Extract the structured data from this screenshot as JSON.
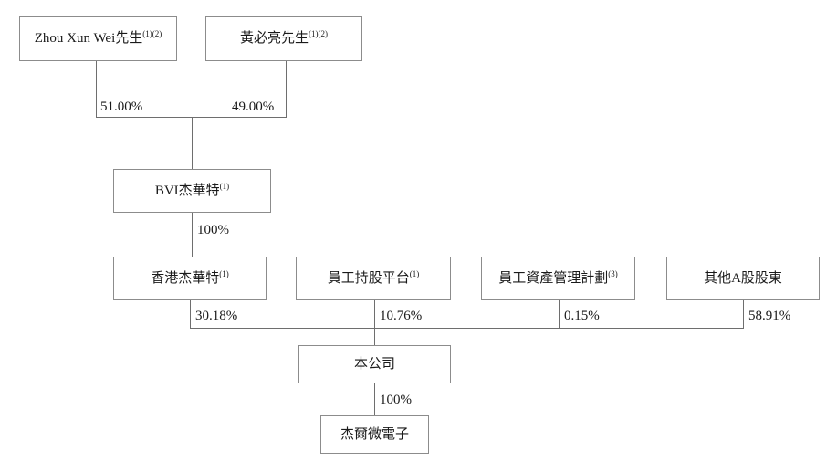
{
  "diagram": {
    "type": "shareholding-structure-chart",
    "nodes": {
      "zhou_xun_wei": {
        "name": "Zhou Xun Wei先生",
        "note": "(1)(2)"
      },
      "huang_bi_liang": {
        "name": "黃必亮先生",
        "note": "(1)(2)"
      },
      "bvi_jhwt": {
        "name": "BVI杰華特",
        "note": "(1)"
      },
      "hk_jhwt": {
        "name": "香港杰華特",
        "note": "(1)"
      },
      "employee_holding_platform": {
        "name": "員工持股平台",
        "note": "(1)"
      },
      "employee_asset_plan": {
        "name": "員工資產管理計劃",
        "note": "(3)"
      },
      "other_a_shareholders": {
        "name": "其他A股股東",
        "note": ""
      },
      "our_company": {
        "name": "本公司",
        "note": ""
      },
      "jieer_micro": {
        "name": "杰爾微電子",
        "note": ""
      }
    },
    "edges": {
      "zhou_to_bvi": "51.00%",
      "huang_to_bvi": "49.00%",
      "bvi_to_hk": "100%",
      "hk_to_company": "30.18%",
      "platform_to_company": "10.76%",
      "asset_plan_to_company": "0.15%",
      "other_a_to_company": "58.91%",
      "company_to_jieer": "100%"
    }
  }
}
